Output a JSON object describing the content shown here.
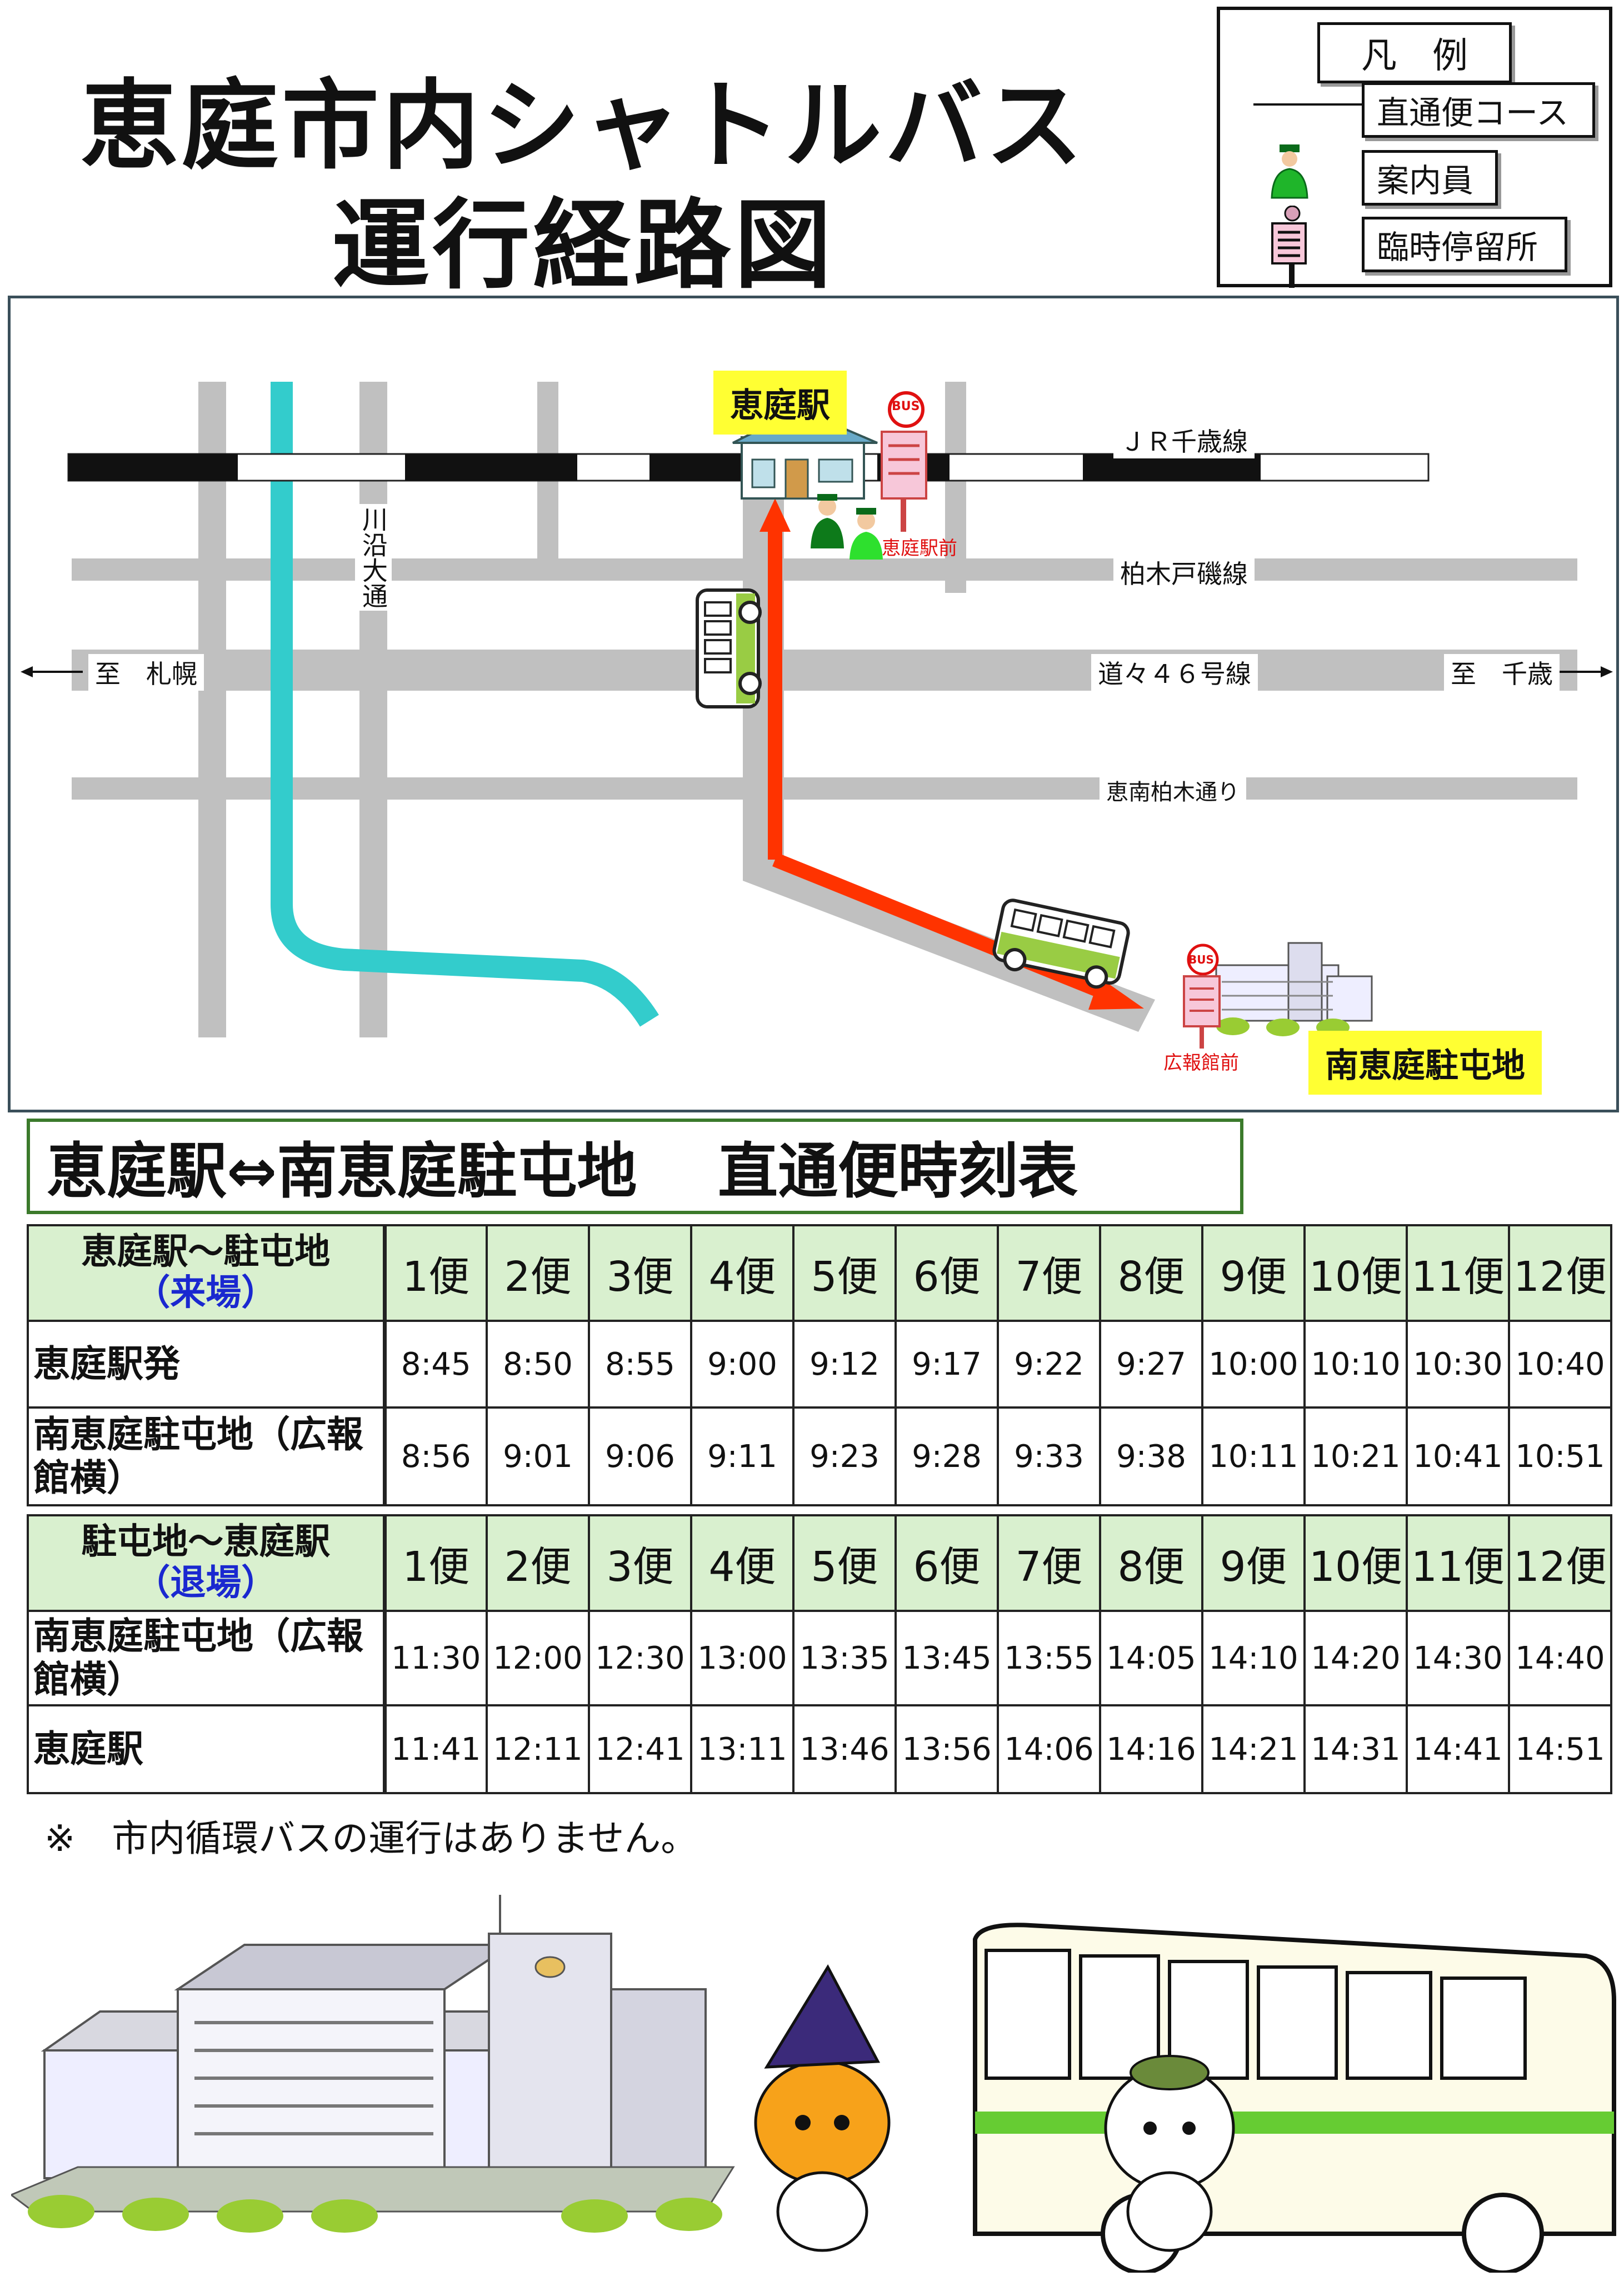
{
  "title": {
    "line1": "恵庭市内シャトルバス",
    "line2": "運行経路図"
  },
  "legend": {
    "heading": "凡　例",
    "items": [
      {
        "label": "直通便コース",
        "icon": "arrow-icon"
      },
      {
        "label": "案内員",
        "icon": "guide-person-icon"
      },
      {
        "label": "臨時停留所",
        "icon": "bus-stop-icon"
      }
    ]
  },
  "map": {
    "station_name": "恵庭駅",
    "destination_name": "南恵庭駐屯地",
    "rail_line": "ＪＲ千歳線",
    "roads": {
      "r1": "柏木戸磯線",
      "r2": "道々４６号線",
      "r3": "恵南柏木通り",
      "kawazoi": "川沿大通"
    },
    "directions": {
      "west": "至　札幌",
      "east": "至　千歳"
    },
    "stops": {
      "station_stop": "恵庭駅前",
      "pr_stop": "広報館前"
    },
    "bus_sign": "BUS",
    "colors": {
      "route": "#ff3300",
      "river": "#33cccc",
      "road": "#c0c0c0",
      "highlight": "#ffff33"
    }
  },
  "timetable": {
    "heading": "恵庭駅⇔南恵庭駐屯地　 直通便時刻表",
    "columns": [
      "1便",
      "2便",
      "3便",
      "4便",
      "5便",
      "6便",
      "7便",
      "8便",
      "9便",
      "10便",
      "11便",
      "12便"
    ],
    "arrival": {
      "direction": "恵庭駅～駐屯地",
      "mode": "（来場）",
      "rows": [
        {
          "label": "恵庭駅発",
          "times": [
            "8:45",
            "8:50",
            "8:55",
            "9:00",
            "9:12",
            "9:17",
            "9:22",
            "9:27",
            "10:00",
            "10:10",
            "10:30",
            "10:40"
          ]
        },
        {
          "label": "南恵庭駐屯地（広報館横）",
          "times": [
            "8:56",
            "9:01",
            "9:06",
            "9:11",
            "9:23",
            "9:28",
            "9:33",
            "9:38",
            "10:11",
            "10:21",
            "10:41",
            "10:51"
          ]
        }
      ]
    },
    "departure": {
      "direction": "駐屯地～恵庭駅",
      "mode": "（退場）",
      "rows": [
        {
          "label": "南恵庭駐屯地（広報館横）",
          "times": [
            "11:30",
            "12:00",
            "12:30",
            "13:00",
            "13:35",
            "13:45",
            "13:55",
            "14:05",
            "14:10",
            "14:20",
            "14:30",
            "14:40"
          ]
        },
        {
          "label": "恵庭駅",
          "times": [
            "11:41",
            "12:11",
            "12:41",
            "13:11",
            "13:46",
            "13:56",
            "14:06",
            "14:16",
            "14:21",
            "14:31",
            "14:41",
            "14:51"
          ]
        }
      ]
    }
  },
  "note": "※　市内循環バスの運行はありません。"
}
